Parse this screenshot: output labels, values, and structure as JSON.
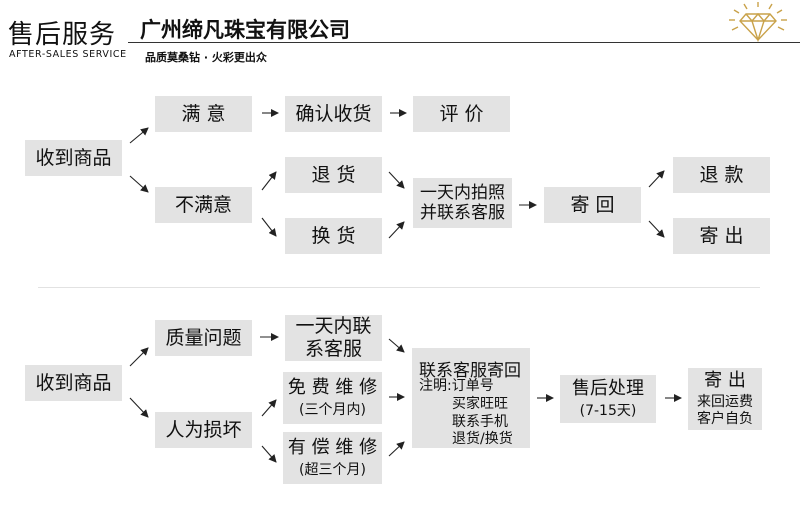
{
  "header": {
    "title": "售后服务",
    "subtitle_en": "AFTER-SALES SERVICE",
    "company": "广州缔凡珠宝有限公司",
    "slogan": "品质莫桑钻 · 火彩更出众",
    "logo_icon": "diamond-logo-icon",
    "logo_color": "#c9a24a"
  },
  "flow1": {
    "start": "收到商品",
    "satisfied": "满 意",
    "confirm": "确认收货",
    "review": "评 价",
    "unsatisfied": "不满意",
    "return_goods": "退 货",
    "exchange": "换 货",
    "photo_line1": "一天内拍照",
    "photo_line2": "并联系客服",
    "send_back": "寄 回",
    "refund": "退 款",
    "ship_out": "寄 出"
  },
  "flow2": {
    "start": "收到商品",
    "quality": "质量问题",
    "contact_line1": "一天内联",
    "contact_line2": "系客服",
    "damage": "人为损坏",
    "free_repair": "免 费 维 修",
    "free_repair_note": "(三个月内)",
    "paid_repair": "有 偿 维 修",
    "paid_repair_note": "(超三个月)",
    "mail_title": "联系客服寄回",
    "mail_note_label": "注明:订单号",
    "mail_note_1": "买家旺旺",
    "mail_note_2": "联系手机",
    "mail_note_3": "退货/换货",
    "after_sales": "售后处理",
    "after_sales_time": "(7-15天)",
    "ship_out": "寄 出",
    "ship_note_1": "来回运费",
    "ship_note_2": "客户自负"
  },
  "colors": {
    "box_bg": "#e3e3e3",
    "arrow": "#222222",
    "divider": "#e2e2e2"
  }
}
